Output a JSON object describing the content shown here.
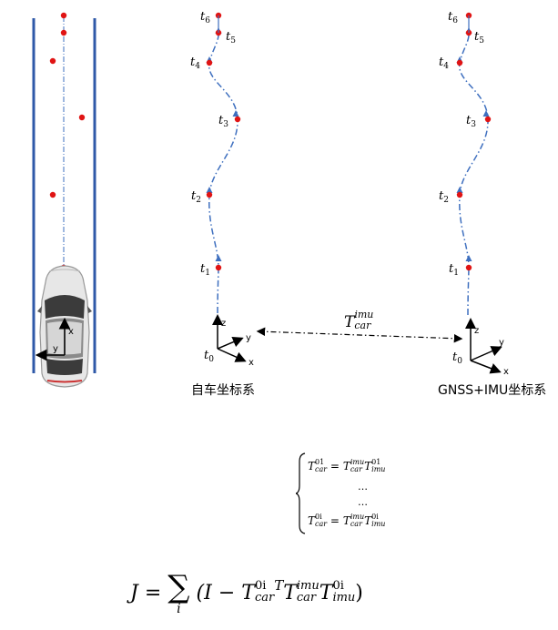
{
  "time_labels": [
    "t6",
    "t5",
    "t4",
    "t3",
    "t2",
    "t1",
    "t0"
  ],
  "axis_labels": {
    "x": "x",
    "y": "y",
    "z": "z"
  },
  "frames": {
    "left_caption": "自车坐标系",
    "right_caption": "GNSS+IMU坐标系"
  },
  "transform_label": {
    "base": "T",
    "sup": "imu",
    "sub": "car"
  },
  "system": {
    "line1": {
      "lhs": "T",
      "lhs_sup": "01",
      "lhs_sub": "car",
      "eq": "=",
      "r1": "T",
      "r1_sup": "imu",
      "r1_sub": "car",
      "r2": "T",
      "r2_sup": "01",
      "r2_sub": "imu"
    },
    "dots1": "…",
    "dots2": "…",
    "line4": {
      "lhs": "T",
      "lhs_sup": "0i",
      "lhs_sub": "car",
      "eq": "=",
      "r1": "T",
      "r1_sup": "imu",
      "r1_sub": "car",
      "r2": "T",
      "r2_sup": "0i",
      "r2_sub": "imu"
    }
  },
  "cost": {
    "J": "J",
    "eq": "=",
    "sum": "∑",
    "sum_sub": "i",
    "open": "(I − ",
    "T1": "T",
    "T1_sup": "0i",
    "T1_sub": "car",
    "transpose": "T",
    "T2": "T",
    "T2_sup": "imu",
    "T2_sub": "car",
    "T3": "T",
    "T3_sup": "0i",
    "T3_sub": "imu",
    "close": ")"
  },
  "colors": {
    "lane": "#2f59a8",
    "point": "#e01414",
    "trajectory": "#3e6fbf",
    "axis": "#000000"
  }
}
